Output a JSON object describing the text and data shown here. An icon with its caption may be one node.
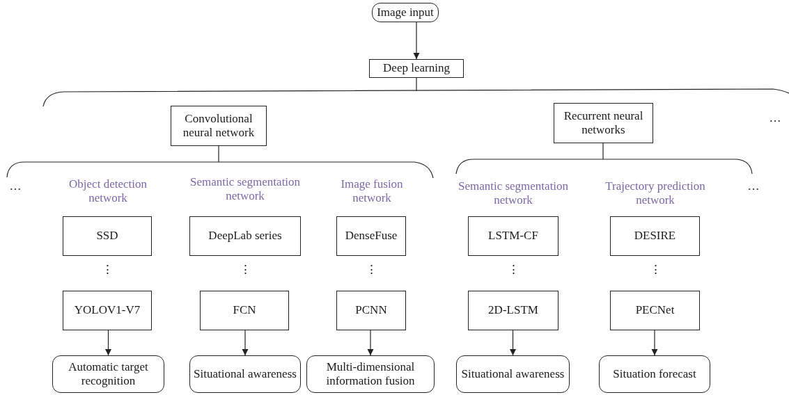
{
  "diagram": {
    "nodes": [
      {
        "text": [
          "Image input"
        ]
      },
      {
        "text": [
          "Deep learning"
        ]
      },
      {
        "text": [
          "Convolutional neural network"
        ]
      },
      {
        "text": [
          "Recurrent neural networks"
        ]
      },
      {
        "text": [
          "SSD"
        ]
      },
      {
        "text": [
          "YOLOV1-V7"
        ]
      },
      {
        "text": [
          "Automatic target recognition"
        ]
      },
      {
        "text": [
          "DeepLab series"
        ]
      },
      {
        "text": [
          "FCN"
        ]
      },
      {
        "text": [
          "Situational awareness"
        ]
      },
      {
        "text": [
          "DenseFuse"
        ]
      },
      {
        "text": [
          "PCNN"
        ]
      },
      {
        "text": [
          "Multi-dimensional information fusion"
        ]
      },
      {
        "text": [
          "LSTM-CF"
        ]
      },
      {
        "text": [
          "2D-LSTM"
        ]
      },
      {
        "text": [
          "Situational awareness"
        ]
      },
      {
        "text": [
          "DESIRE"
        ]
      },
      {
        "text": [
          "PECNet"
        ]
      },
      {
        "text": [
          "Situation forecast"
        ]
      }
    ],
    "edges": [
      {
        "from": 0,
        "to": 1,
        "arrow": "to"
      },
      {
        "from": 5,
        "to": 6,
        "arrow": "to"
      },
      {
        "from": 8,
        "to": 9,
        "arrow": "to"
      },
      {
        "from": 11,
        "to": 12,
        "arrow": "to"
      },
      {
        "from": 14,
        "to": 15,
        "arrow": "to"
      },
      {
        "from": 17,
        "to": 18,
        "arrow": "to"
      }
    ],
    "labels": [
      "…",
      "…",
      "Object detection network",
      "Semantic segmentation network",
      "Image fusion network",
      "Semantic segmentation network",
      "Trajectory prediction network",
      "…",
      "⋮",
      "⋮",
      "⋮",
      "⋮",
      "⋮"
    ]
  }
}
